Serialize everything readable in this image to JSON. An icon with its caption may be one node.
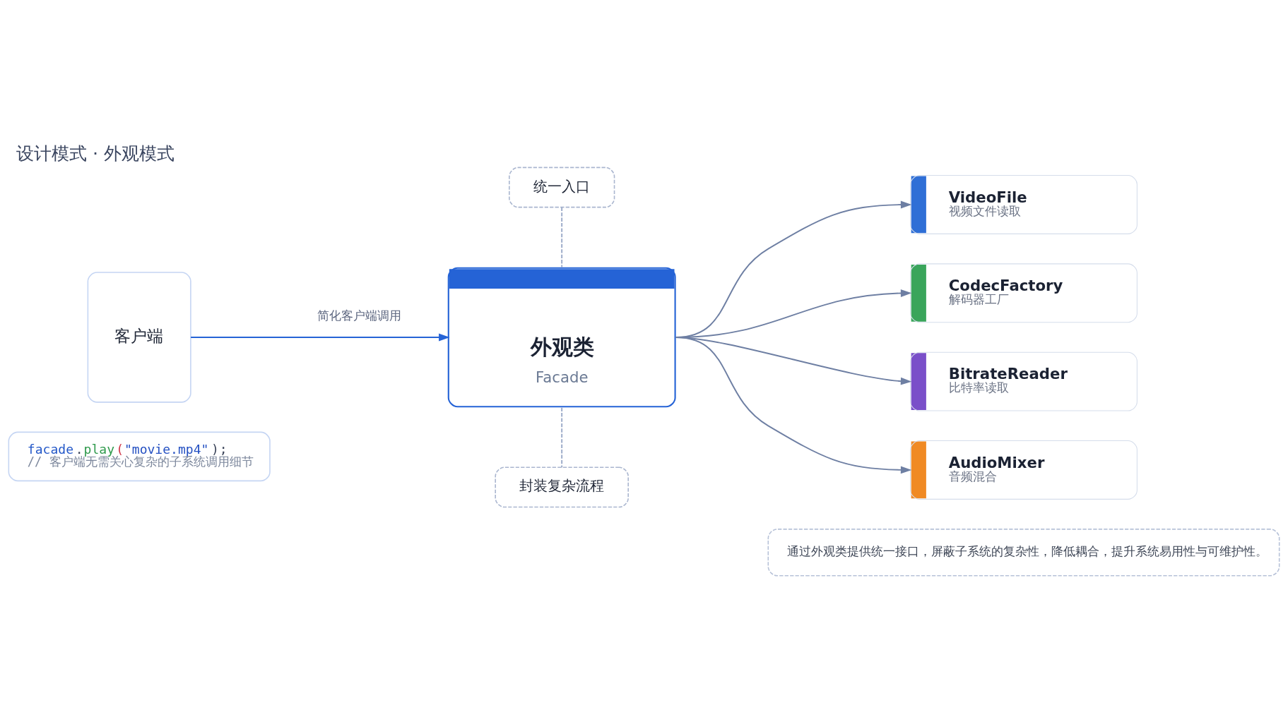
{
  "diagram": {
    "title": "设计模式 · 外观模式",
    "nodes": [
      {
        "text": [
          "客户端"
        ]
      },
      {
        "text": [
          "统一入口"
        ]
      },
      {
        "text": [
          "外观类",
          "Facade"
        ]
      },
      {
        "text": [
          "封装复杂流程"
        ]
      },
      {
        "text": [
          "VideoFile",
          "视频文件读取"
        ]
      },
      {
        "text": [
          "CodecFactory",
          "解码器工厂"
        ]
      },
      {
        "text": [
          "BitrateReader",
          "比特率读取"
        ]
      },
      {
        "text": [
          "AudioMixer",
          "音频混合"
        ]
      },
      {
        "text": [
          "facade.play(\"movie.mp4\");",
          "// 客户端无需关心复杂的子系统调用细节"
        ]
      },
      {
        "text": [
          "通过外观类提供统一接口，屏蔽子系统的复杂性，降低耦合，提升系统易用性与可维护性。"
        ]
      }
    ],
    "edges": [
      {
        "from": 0,
        "to": 2,
        "arrow": "to",
        "label": "简化客户端调用",
        "color": "#2563d6"
      },
      {
        "from": 1,
        "to": 2,
        "arrow": "none",
        "style": "dashed",
        "color": "#9aa9c8"
      },
      {
        "from": 2,
        "to": 3,
        "arrow": "none",
        "style": "dashed",
        "color": "#9aa9c8"
      },
      {
        "from": 2,
        "to": 4,
        "arrow": "to"
      },
      {
        "from": 2,
        "to": 5,
        "arrow": "to"
      },
      {
        "from": 2,
        "to": 6,
        "arrow": "to"
      },
      {
        "from": 2,
        "to": 7,
        "arrow": "to"
      }
    ]
  }
}
